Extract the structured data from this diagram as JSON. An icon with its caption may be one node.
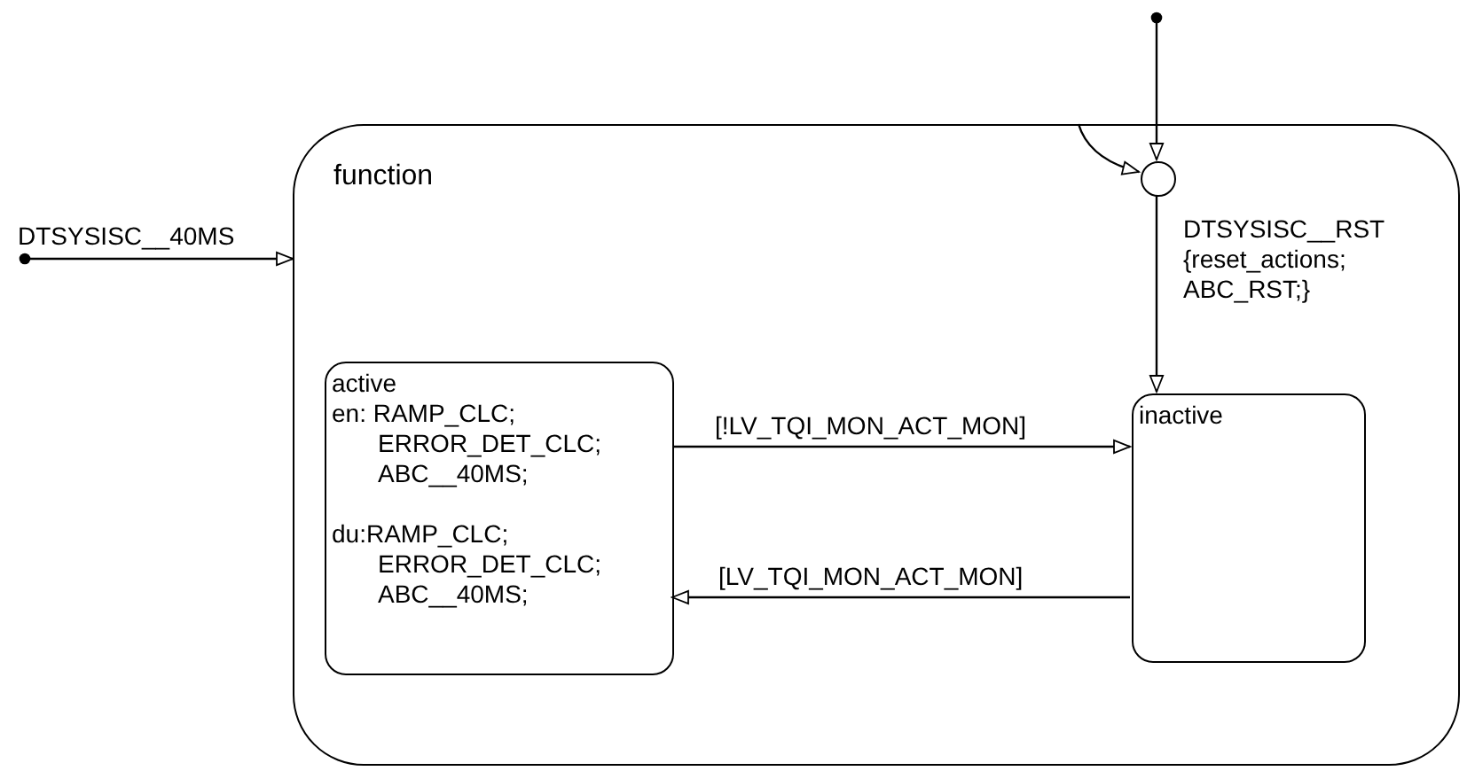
{
  "diagram": {
    "nodes": [
      {
        "text": [
          "function"
        ]
      },
      {
        "text": [],
        "shape": "circle",
        "in": 0
      },
      {
        "text": [
          "active",
          "en: RAMP_CLC; ERROR_DET_CLC; ABC__40MS;",
          "du:RAMP_CLC; ERROR_DET_CLC; ABC__40MS;"
        ],
        "in": 0
      },
      {
        "text": [
          "inactive"
        ],
        "in": 0
      }
    ],
    "edges": [
      {
        "from": null,
        "to": 0,
        "arrow": "to",
        "label": "DTSYSISC__40MS"
      },
      {
        "from": null,
        "to": 1,
        "arrow": "to"
      },
      {
        "from": 0,
        "to": 1,
        "arrow": "to"
      },
      {
        "from": 1,
        "to": 3,
        "arrow": "to",
        "label": "DTSYSISC__RST {reset_actions; ABC_RST;}"
      },
      {
        "from": 2,
        "to": 3,
        "arrow": "to",
        "label": "[!LV_TQI_MON_ACT_MON]"
      },
      {
        "from": 3,
        "to": 2,
        "arrow": "to",
        "label": "[LV_TQI_MON_ACT_MON]"
      }
    ]
  }
}
